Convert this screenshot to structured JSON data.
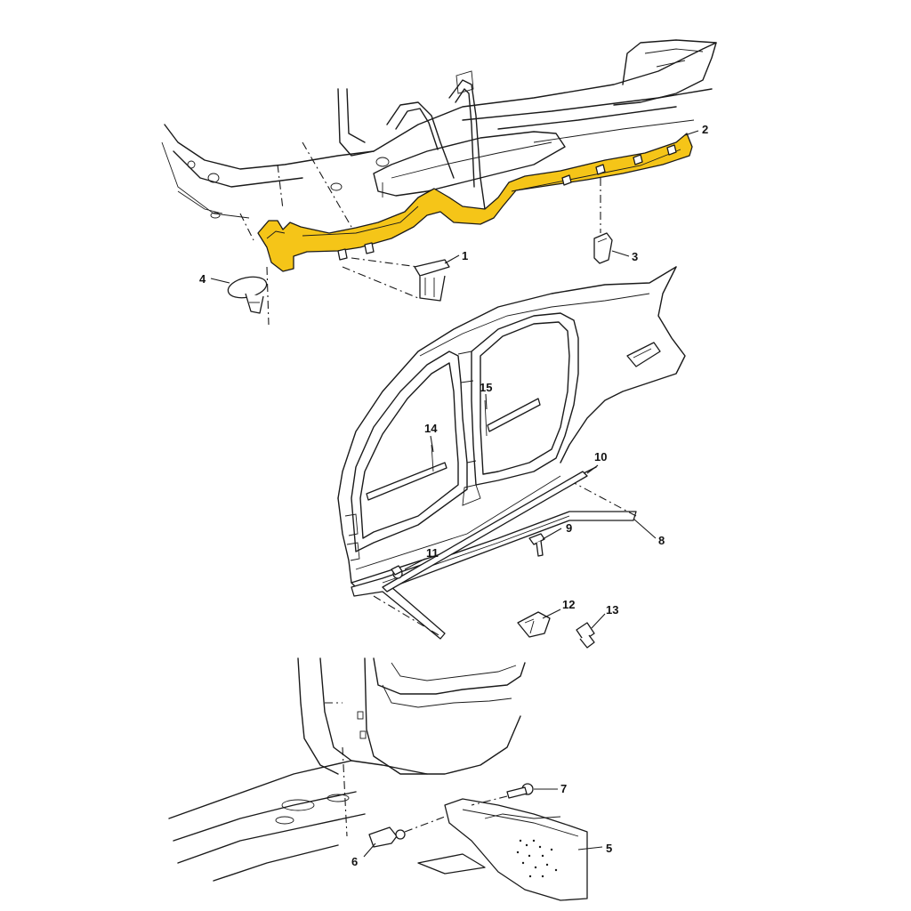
{
  "diagram": {
    "highlight_color": "#F5C518",
    "line_color": "#1a1a1a",
    "background_color": "#ffffff",
    "callouts": {
      "c1": "1",
      "c2": "2",
      "c3": "3",
      "c4": "4",
      "c5": "5",
      "c6": "6",
      "c7": "7",
      "c8": "8",
      "c9": "9",
      "c10": "10",
      "c11": "11",
      "c12": "12",
      "c13": "13",
      "c14": "14",
      "c15": "15"
    }
  }
}
